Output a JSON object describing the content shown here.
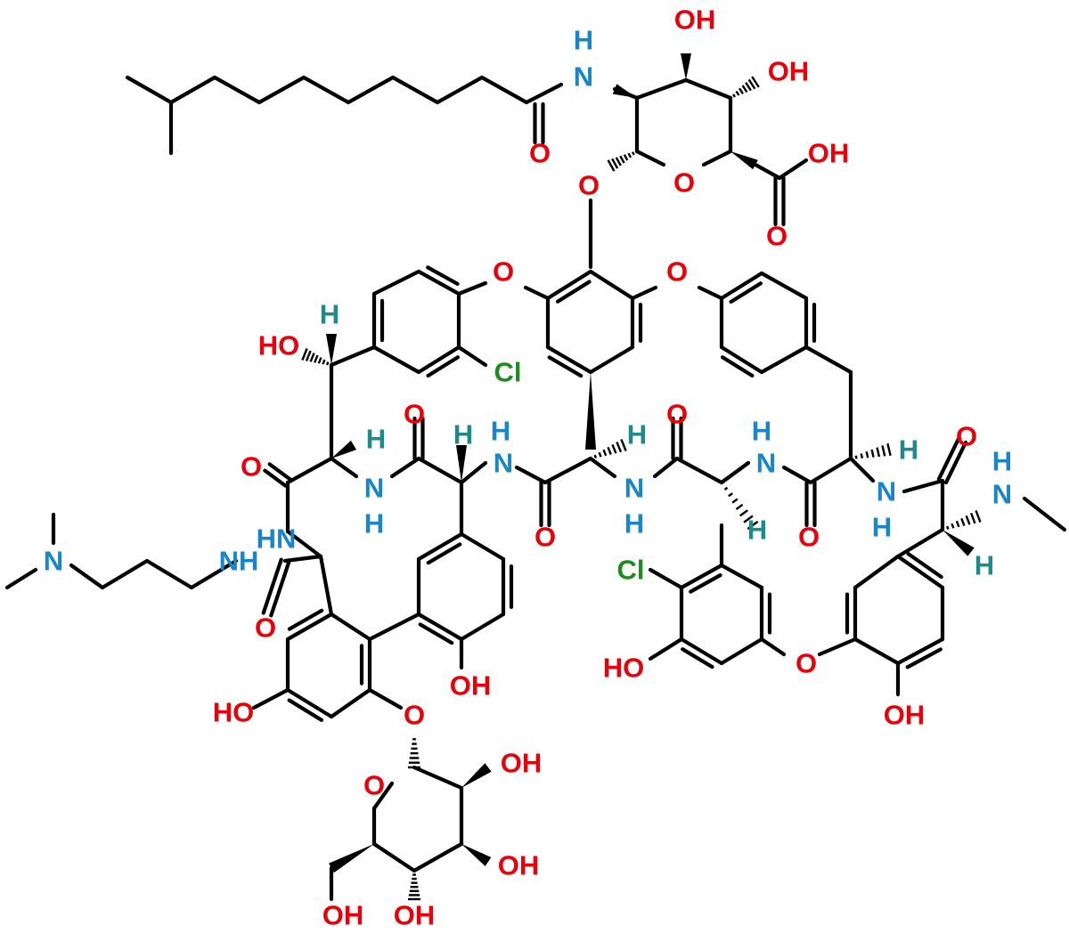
{
  "colors": {
    "bond": "#000000",
    "oxygen": "#e8000b",
    "nitrogen": "#1a86c8",
    "chlorine": "#1f8a1f",
    "stereo_h": "#1f8a8a"
  },
  "atom_labels": {
    "O": "O",
    "OH": "OH",
    "HO": "HO",
    "N": "N",
    "H": "H",
    "NH": "NH",
    "HN": "HN",
    "Cl": "Cl"
  }
}
